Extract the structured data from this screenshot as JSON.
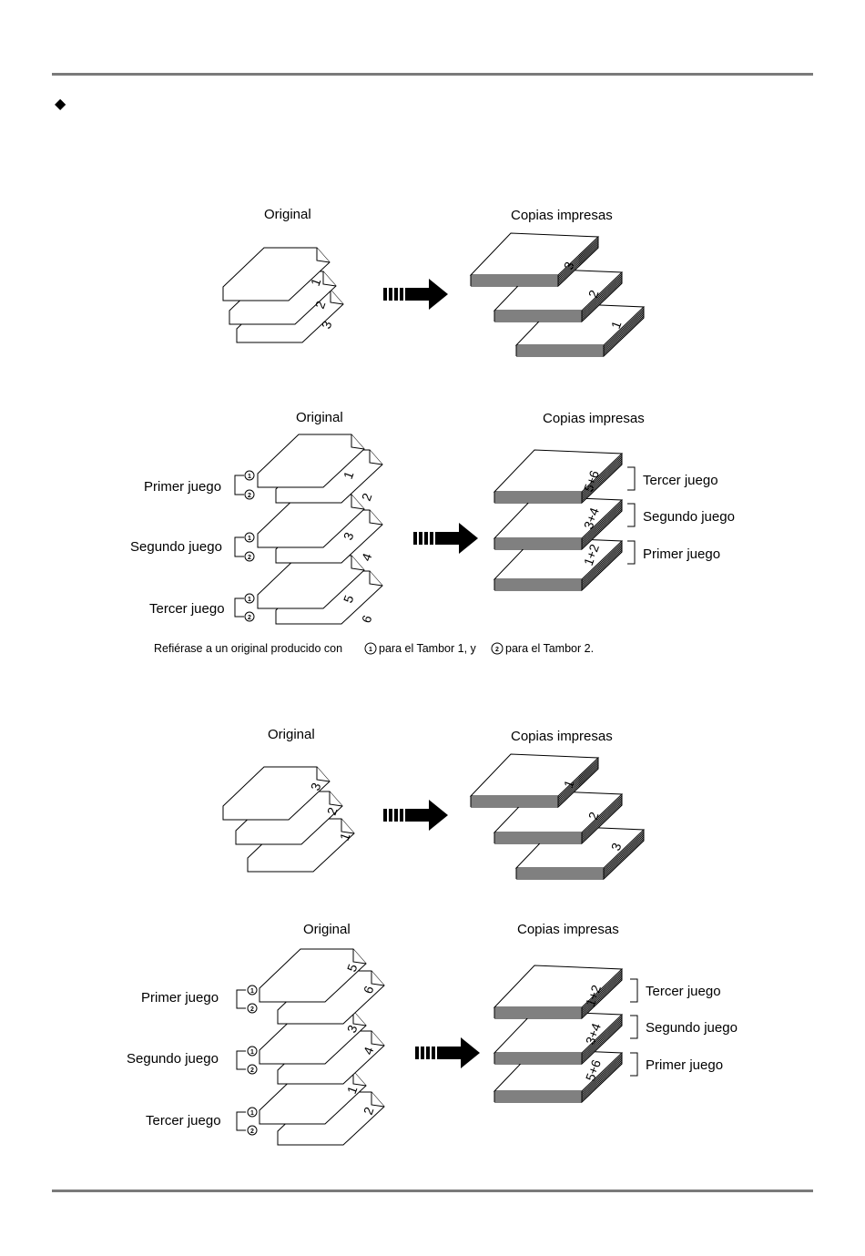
{
  "page": {
    "bullet_glyph": "◆"
  },
  "note": {
    "part1": "Refiérase a un original producido con",
    "part2": "para el Tambor 1, y",
    "part3": "para el Tambor 2."
  },
  "diagrams": [
    {
      "original_label": "Original",
      "copies_label": "Copias impresas",
      "original_pages": [
        "1",
        "2",
        "3"
      ],
      "copies": [
        "3",
        "2",
        "1"
      ]
    },
    {
      "original_label": "Original",
      "copies_label": "Copias impresas",
      "sets": [
        "Primer juego",
        "Segundo juego",
        "Tercer juego"
      ],
      "original_pages": [
        "1",
        "2",
        "3",
        "4",
        "5",
        "6"
      ],
      "drum_marks": [
        "1",
        "2"
      ],
      "copies": [
        "5+6",
        "3+4",
        "1+2"
      ],
      "copy_sets": [
        "Tercer juego",
        "Segundo juego",
        "Primer juego"
      ]
    },
    {
      "original_label": "Original",
      "copies_label": "Copias impresas",
      "original_pages": [
        "3",
        "2",
        "1"
      ],
      "copies": [
        "1",
        "2",
        "3"
      ]
    },
    {
      "original_label": "Original",
      "copies_label": "Copias impresas",
      "sets": [
        "Primer juego",
        "Segundo juego",
        "Tercer juego"
      ],
      "original_pages": [
        "5",
        "6",
        "3",
        "4",
        "1",
        "2"
      ],
      "drum_marks": [
        "1",
        "2"
      ],
      "copies": [
        "1+2",
        "3+4",
        "5+6"
      ],
      "copy_sets": [
        "Tercer juego",
        "Segundo juego",
        "Primer juego"
      ]
    }
  ]
}
